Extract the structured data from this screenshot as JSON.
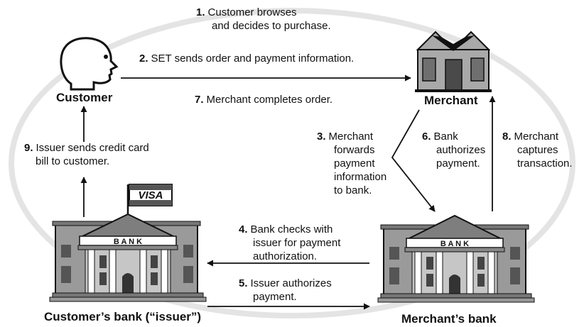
{
  "actors": {
    "customer": "Customer",
    "merchant": "Merchant",
    "customers_bank": "Customer’s bank (“issuer”)",
    "merchants_bank": "Merchant’s bank"
  },
  "signs": {
    "bank_left": "B A N K",
    "bank_right": "B A N K",
    "visa": "VISA"
  },
  "steps": [
    {
      "num": "1.",
      "lines": [
        "Customer browses",
        "and decides to purchase."
      ]
    },
    {
      "num": "2.",
      "lines": [
        "SET sends order and payment information."
      ]
    },
    {
      "num": "3.",
      "lines": [
        "Merchant",
        "forwards",
        "payment",
        "information",
        "to bank."
      ]
    },
    {
      "num": "4.",
      "lines": [
        "Bank checks with",
        "issuer for payment",
        "authorization."
      ]
    },
    {
      "num": "5.",
      "lines": [
        "Issuer authorizes",
        "payment."
      ]
    },
    {
      "num": "6.",
      "lines": [
        "Bank",
        "authorizes",
        "payment."
      ]
    },
    {
      "num": "7.",
      "lines": [
        "Merchant completes order."
      ]
    },
    {
      "num": "8.",
      "lines": [
        "Merchant",
        "captures",
        "transaction."
      ]
    },
    {
      "num": "9.",
      "lines": [
        "Issuer sends credit card",
        "bill to customer."
      ]
    }
  ]
}
